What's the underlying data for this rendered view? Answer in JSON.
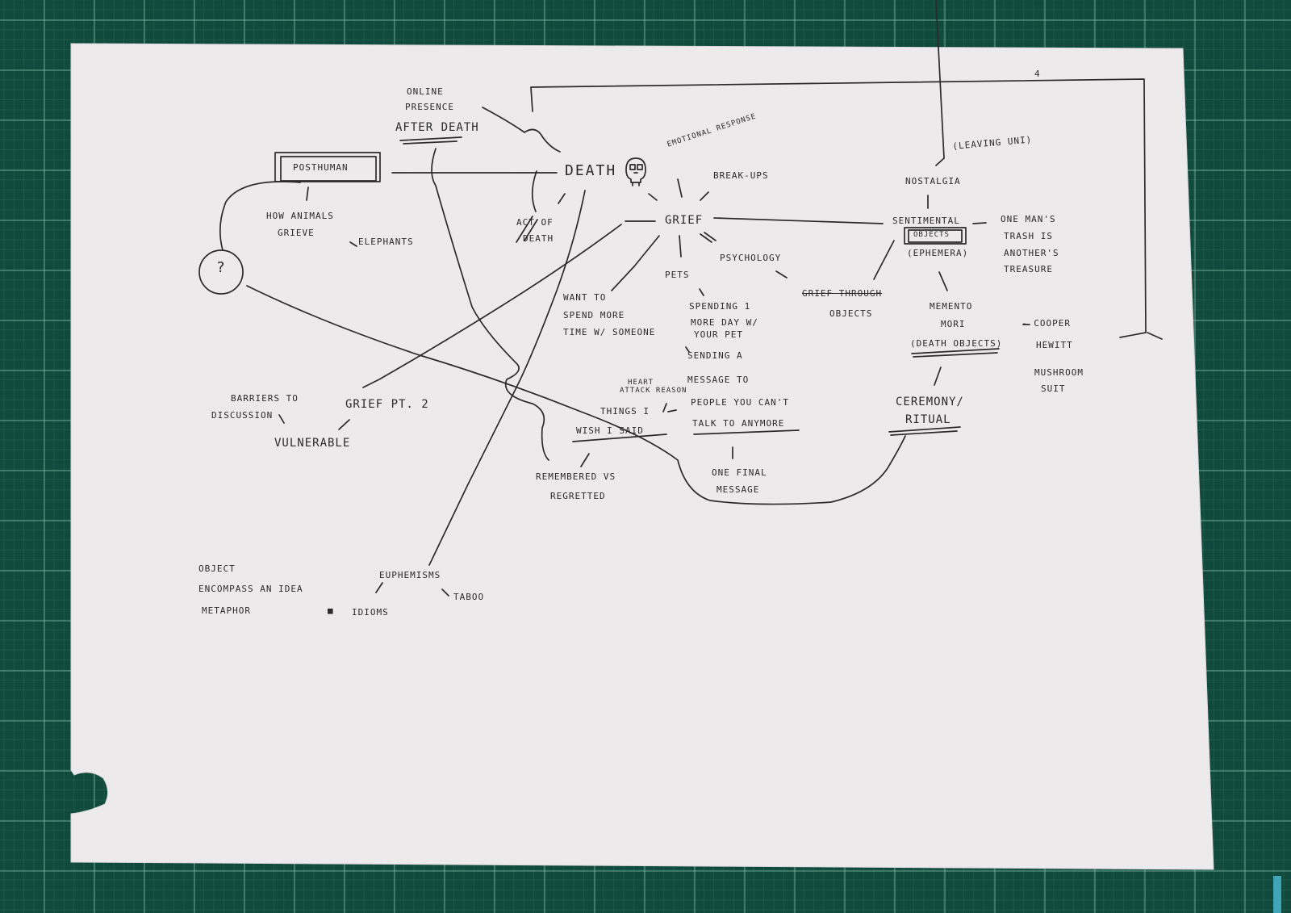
{
  "nodes": {
    "death": "DEATH",
    "skull_mark": "",
    "online_1": "ONLINE",
    "online_2": "PRESENCE",
    "online_3": "AFTER DEATH",
    "posthuman": "POSTHUMAN",
    "animals_1": "HOW ANIMALS",
    "animals_2": "GRIEVE",
    "elephants": "ELEPHANTS",
    "question": "?",
    "act_1": "ACT OF",
    "act_2": "DEATH",
    "emotional": "EMOTIONAL RESPONSE",
    "breakups": "BREAK-UPS",
    "grief": "GRIEF",
    "psychology": "PSYCHOLOGY",
    "pets": "PETS",
    "want_1": "WANT TO",
    "want_2": "SPEND MORE",
    "want_3": "TIME W/ SOMEONE",
    "spend_1": "SPENDING 1",
    "spend_2": "MORE DAY W/",
    "spend_3": "YOUR PET",
    "grief_through": "GRIEF THROUGH",
    "objects": "OBJECTS",
    "sending_1": "SENDING A",
    "sending_2": "MESSAGE TO",
    "sending_3": "PEOPLE YOU CAN'T",
    "sending_4": "TALK TO ANYMORE",
    "heart_attack_1": "HEART",
    "heart_attack_2": "ATTACK REASON",
    "things_1": "THINGS I",
    "things_2": "WISH I SAID",
    "one_final_1": "ONE FINAL",
    "one_final_2": "MESSAGE",
    "remembered_1": "REMEMBERED VS",
    "remembered_2": "REGRETTED",
    "barriers_1": "BARRIERS TO",
    "barriers_2": "DISCUSSION",
    "grief_pt2": "GRIEF PT. 2",
    "vulnerable": "VULNERABLE",
    "leaving_uni": "(LEAVING UNI)",
    "nostalgia": "NOSTALGIA",
    "sentimental": "SENTIMENTAL",
    "sent_objects": "OBJECTS",
    "ephemera": "(EPHEMERA)",
    "one_man_1": "ONE MAN'S",
    "one_man_2": "TRASH IS",
    "one_man_3": "ANOTHER'S",
    "one_man_4": "TREASURE",
    "memento_1": "MEMENTO",
    "memento_2": "MORI",
    "memento_3": "(DEATH OBJECTS)",
    "cooper_1": "- COOPER",
    "cooper_2": "HEWITT",
    "mushroom_1": "MUSHROOM",
    "mushroom_2": "SUIT",
    "ceremony_1": "CEREMONY/",
    "ceremony_2": "RITUAL",
    "object_1": "OBJECT",
    "object_2": "ENCOMPASS AN IDEA",
    "object_3": "METAPHOR",
    "euphemisms": "EUPHEMISMS",
    "idioms": "IDIOMS",
    "taboo": "TABOO",
    "corner_mark": "4"
  }
}
